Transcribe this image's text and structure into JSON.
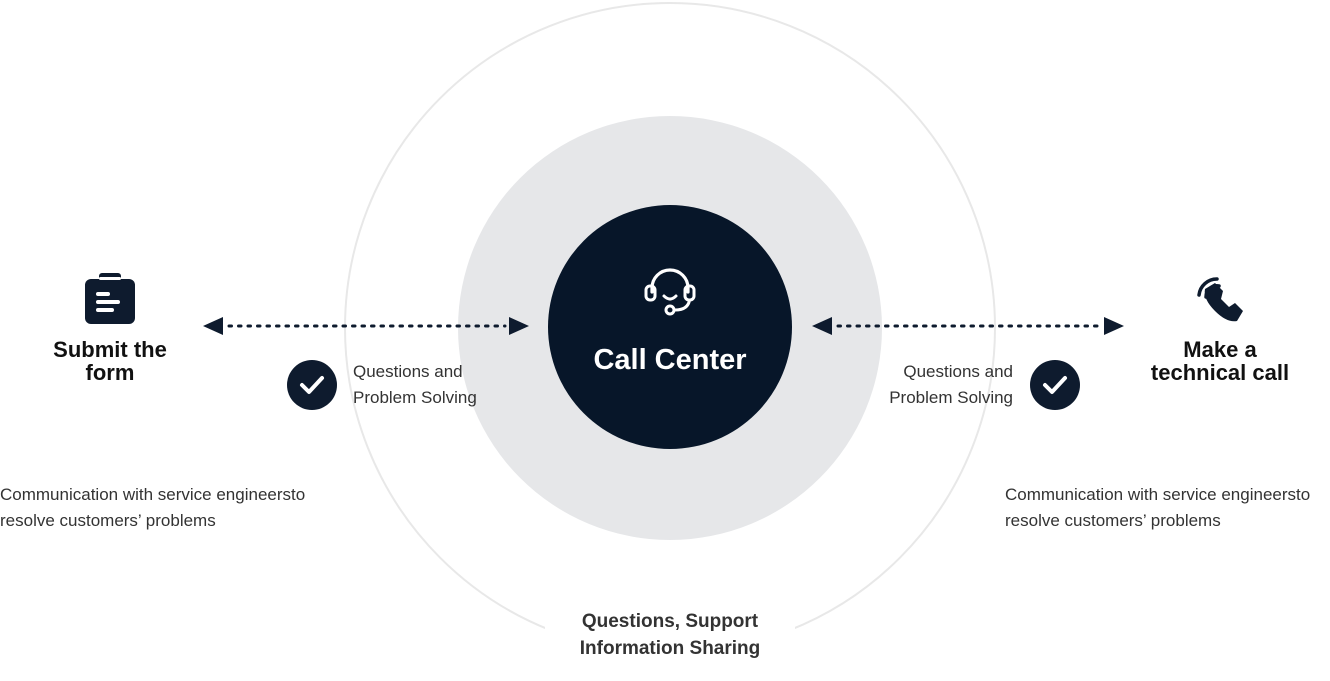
{
  "center": {
    "title": "Call Center",
    "icon": "headset-icon",
    "color": "#071629"
  },
  "bottom_caption": {
    "line1": "Questions, Support",
    "line2": "Information Sharing"
  },
  "left": {
    "icon": "clipboard-icon",
    "title_line1": "Submit the",
    "title_line2": "form",
    "check_icon": "checkmark-icon",
    "label_line1": "Questions and",
    "label_line2": "Problem Solving",
    "desc_line1": "Communication with service engineersto",
    "desc_line2": "resolve customers’ problems"
  },
  "right": {
    "icon": "phone-icon",
    "title_line1": "Make a",
    "title_line2": "technical call",
    "check_icon": "checkmark-icon",
    "label_line1": "Questions and",
    "label_line2": "Problem Solving",
    "desc_line1": "Communication with service engineersto",
    "desc_line2": "resolve customers’ problems"
  },
  "colors": {
    "dark": "#071629",
    "ring": "#e8e8e8",
    "disc": "#e6e7e9"
  }
}
